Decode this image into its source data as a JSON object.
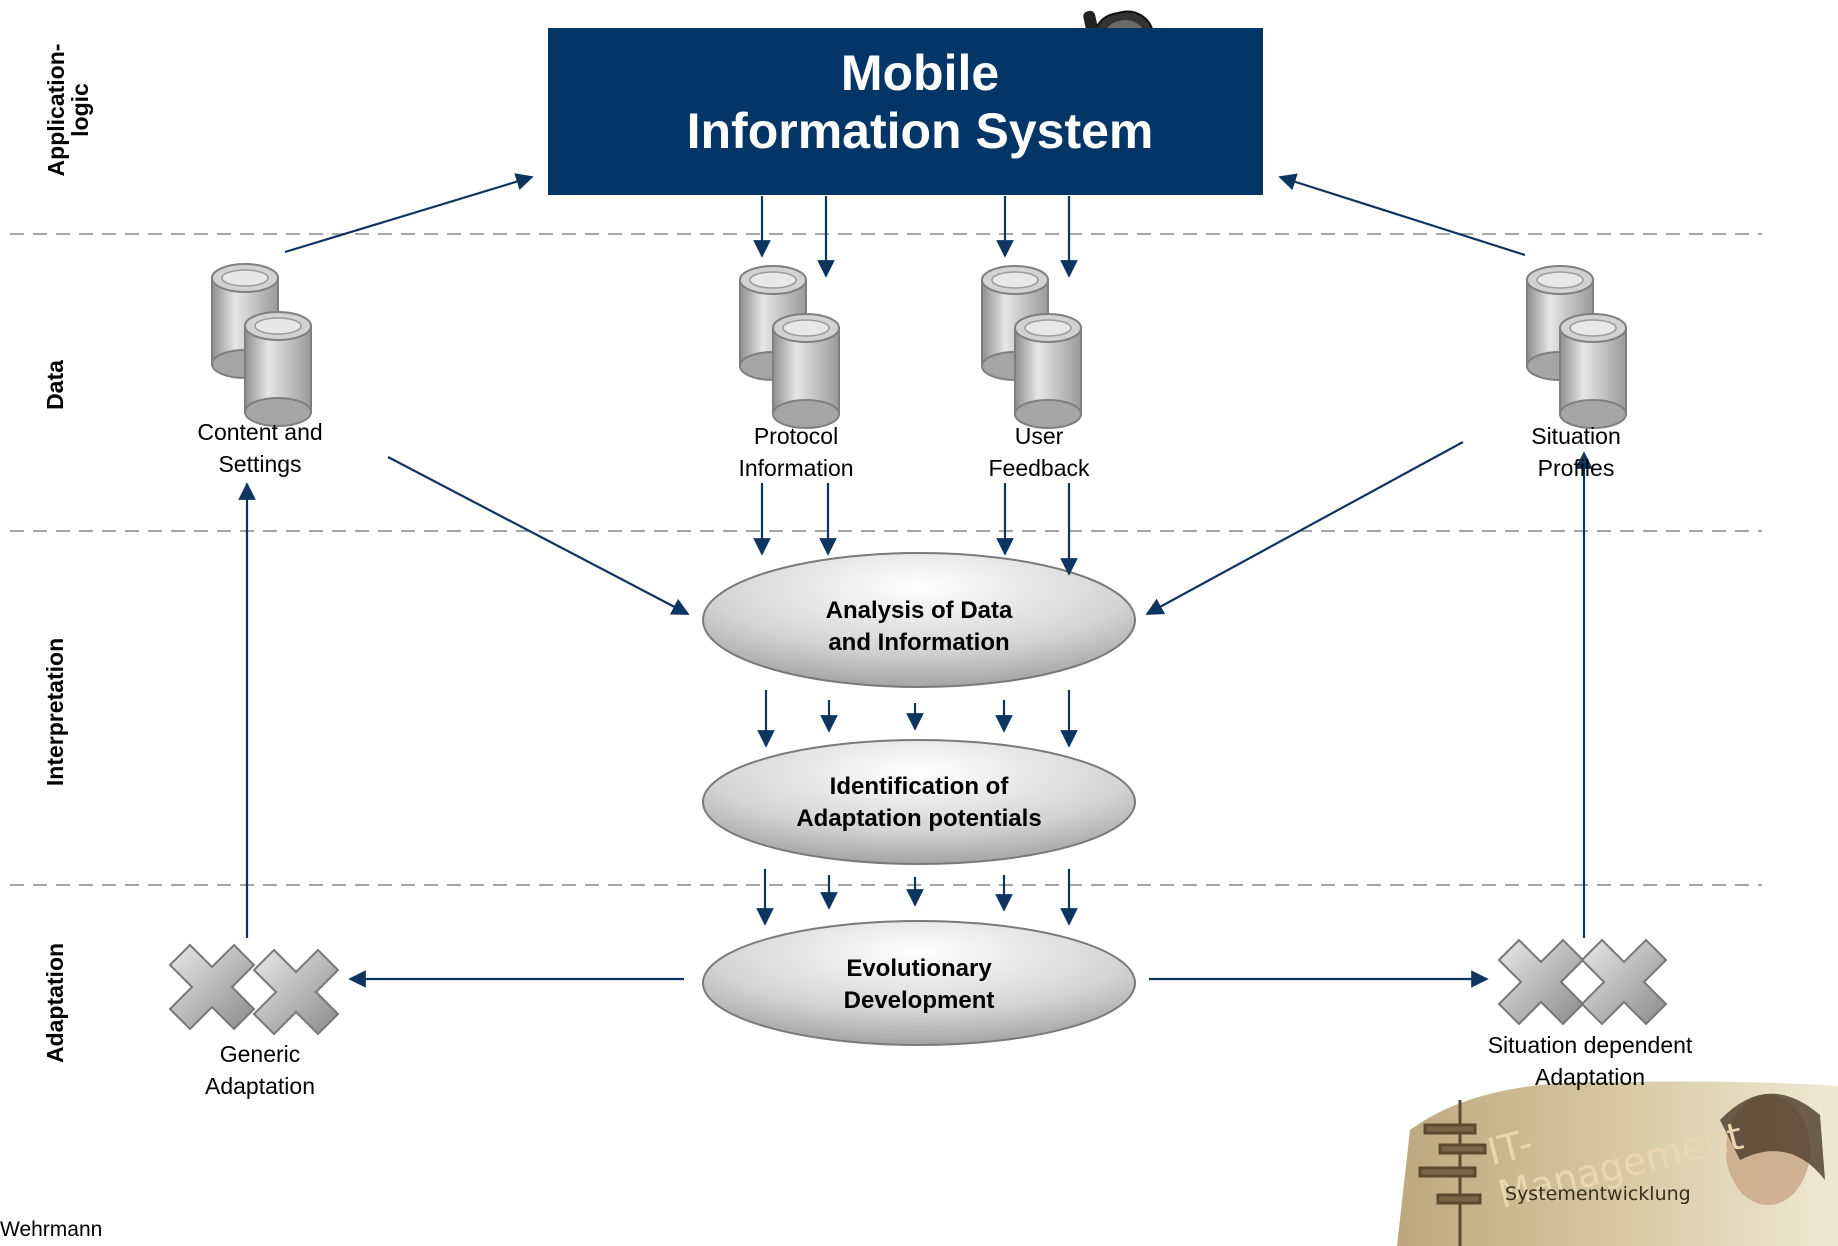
{
  "bands": {
    "application": "Application-\nlogic",
    "data": "Data",
    "interpretation": "Interpretation",
    "adaptation": "Adaptation"
  },
  "header": {
    "line1": "Mobile",
    "line2": "Information System"
  },
  "databases": {
    "content": [
      "Content and",
      "Settings"
    ],
    "protocol": [
      "Protocol",
      "Information"
    ],
    "feedback": [
      "User",
      "Feedback"
    ],
    "situation": [
      "Situation",
      "Profiles"
    ]
  },
  "processes": {
    "analysis": [
      "Analysis of Data",
      "and Information"
    ],
    "identification": [
      "Identification of",
      "Adaptation potentials"
    ],
    "evolution": [
      "Evolutionary",
      "Development"
    ]
  },
  "adaptations": {
    "generic": [
      "Generic",
      "Adaptation"
    ],
    "situation": [
      "Situation dependent",
      "Adaptation"
    ]
  },
  "corner_image": {
    "line1": "IT-",
    "line2": "Management",
    "line3": "Systementwicklung"
  },
  "footer": "Wehrmann",
  "colors": {
    "navy": "#033566",
    "arrow": "#0d3560",
    "dash": "#a6a6a6",
    "cylinder": "#b9b9b9",
    "ellipse": "#d9d9d9"
  }
}
